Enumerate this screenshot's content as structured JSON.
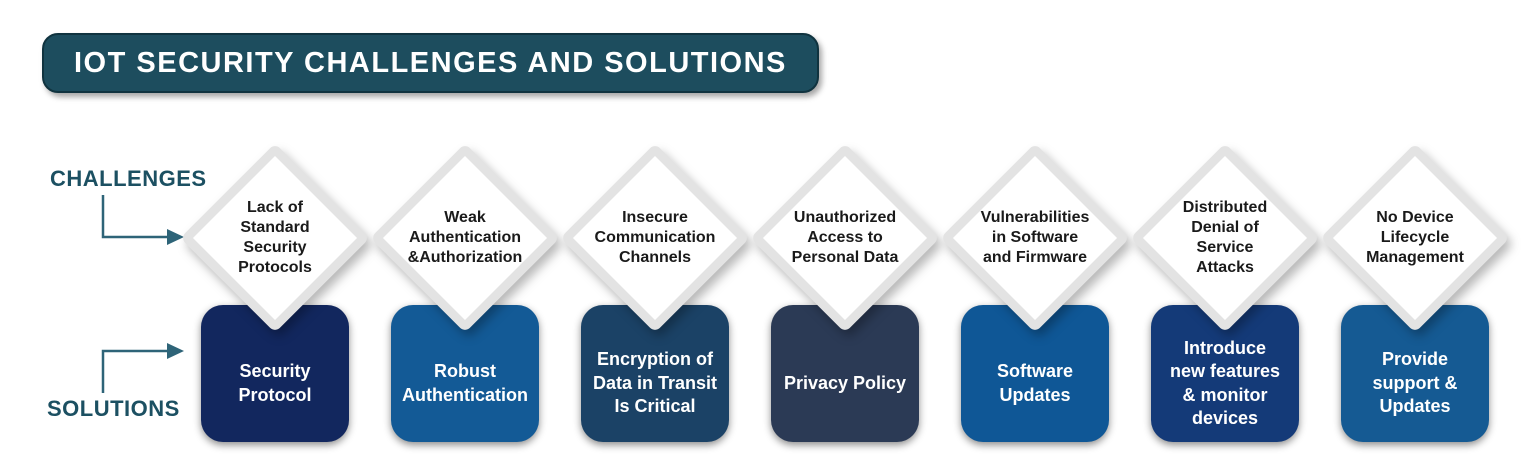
{
  "title": "IOT SECURITY CHALLENGES AND SOLUTIONS",
  "section_labels": {
    "challenges": "CHALLENGES",
    "solutions": "SOLUTIONS"
  },
  "colors": {
    "title_bg": "#1d4d5e",
    "title_text": "#ffffff",
    "label_text": "#1c5062",
    "arrow": "#2e6478",
    "diamond_bg": "#ffffff",
    "diamond_border": "#e3e3e3",
    "diamond_text": "#1a1a1a",
    "box_text": "#ffffff"
  },
  "columns": [
    {
      "challenge": "Lack of\nStandard\nSecurity\nProtocols",
      "solution": "Security\nProtocol",
      "solution_color": "#12275e"
    },
    {
      "challenge": "Weak\nAuthentication\n&Authorization",
      "solution": "Robust\nAuthentication",
      "solution_color": "#135a96"
    },
    {
      "challenge": "Insecure\nCommunication\nChannels",
      "solution": "Encryption of\nData in Transit\nIs Critical",
      "solution_color": "#1b4266"
    },
    {
      "challenge": "Unauthorized\nAccess to\nPersonal Data",
      "solution": "Privacy Policy",
      "solution_color": "#2b3a55"
    },
    {
      "challenge": "Vulnerabilities\nin Software\nand Firmware",
      "solution": "Software\nUpdates",
      "solution_color": "#0f5796"
    },
    {
      "challenge": "Distributed\nDenial of\nService\nAttacks",
      "solution": "Introduce\nnew features\n& monitor\ndevices",
      "solution_color": "#143a78"
    },
    {
      "challenge": "No Device\nLifecycle\nManagement",
      "solution": "Provide\nsupport &\nUpdates",
      "solution_color": "#155a93"
    }
  ]
}
